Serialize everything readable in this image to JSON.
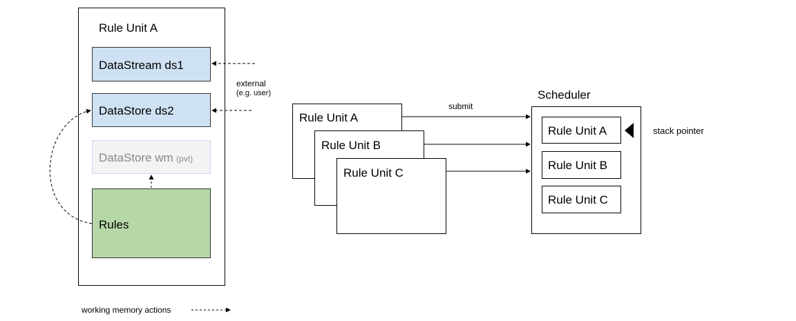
{
  "rule_unit_panel": {
    "title": "Rule Unit A",
    "datastream": "DataStream ds1",
    "datastore": "DataStore ds2",
    "private_store": "DataStore wm",
    "private_tag": "(pvt)",
    "rules": "Rules"
  },
  "external": {
    "line1": "external",
    "line2": "(e.g. user)"
  },
  "submission": {
    "stack": [
      "Rule Unit A",
      "Rule Unit B",
      "Rule Unit C"
    ],
    "label": "submit"
  },
  "scheduler": {
    "title": "Scheduler",
    "items": [
      "Rule Unit A",
      "Rule Unit B",
      "Rule Unit C"
    ],
    "pointer_label": "stack pointer"
  },
  "legend": {
    "label": "working memory actions"
  },
  "colors": {
    "datastream": "#cfe2f3",
    "datastore": "#cfe2f3",
    "private": "#f3f3f3",
    "rules": "#b6d7a8"
  }
}
